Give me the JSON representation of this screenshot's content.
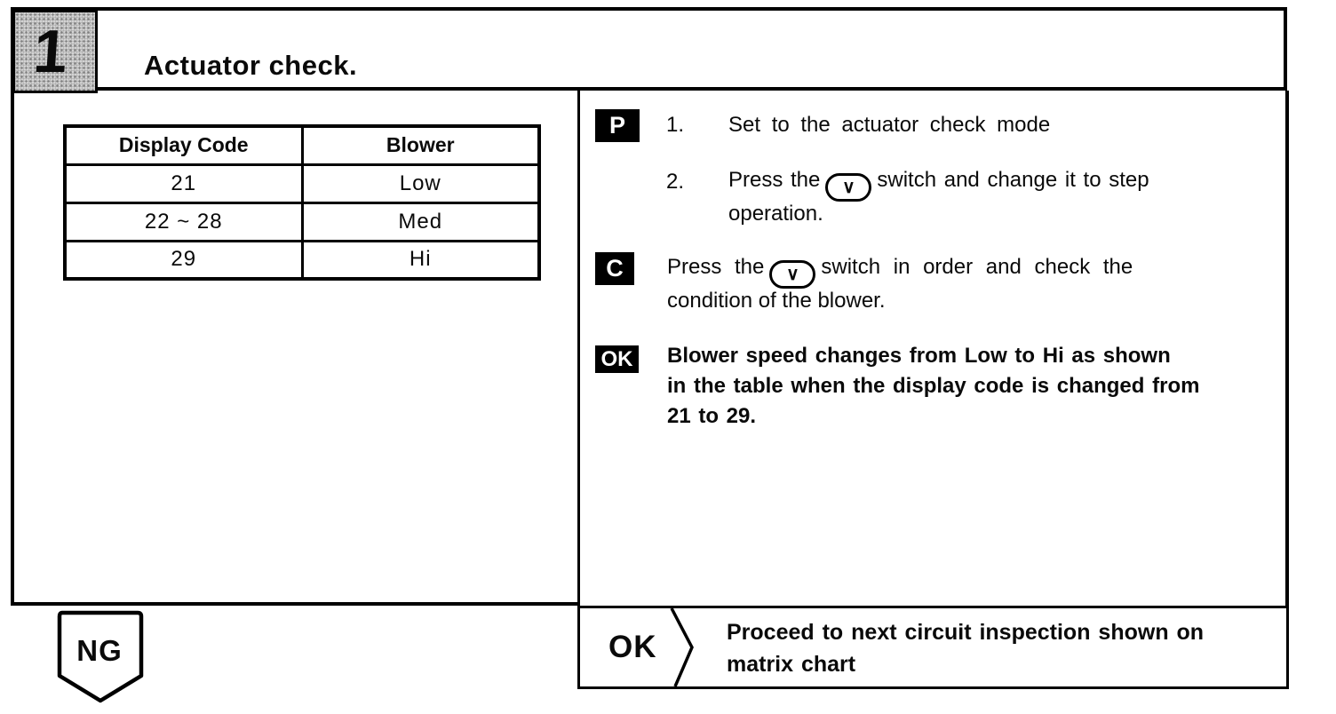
{
  "header": {
    "step_number": "1",
    "title": "Actuator check."
  },
  "left_panel": {
    "table": {
      "headers": [
        "Display Code",
        "Blower"
      ],
      "rows": [
        [
          "21",
          "Low"
        ],
        [
          "22 ~ 28",
          "Med"
        ],
        [
          "29",
          "Hi"
        ]
      ]
    }
  },
  "right_panel": {
    "prepare": {
      "badge": "P",
      "step1_num": "1.",
      "step1_text": "Set to the actuator check mode",
      "step2_num": "2.",
      "step2_before": "Press the",
      "switch_symbol": "∨",
      "step2_after": "switch and change it to step",
      "step2_line2": "operation."
    },
    "check": {
      "badge": "C",
      "before": "Press the",
      "switch_symbol": "∨",
      "after": "switch in order and check the",
      "line2": "condition of the blower."
    },
    "ok_result": {
      "badge": "OK",
      "line1": "Blower speed changes from Low to Hi as shown",
      "line2": "in the table when the display code is changed from",
      "line3": "21 to 29."
    }
  },
  "footer": {
    "ng_label": "NG",
    "ok_label": "OK",
    "proceed_line1": "Proceed to next circuit inspection shown on",
    "proceed_line2": "matrix chart"
  },
  "colors": {
    "ink": "#000000",
    "paper": "#ffffff",
    "badge_bg": "#000000",
    "badge_fg": "#ffffff",
    "step_box_fill": "#dedede"
  }
}
